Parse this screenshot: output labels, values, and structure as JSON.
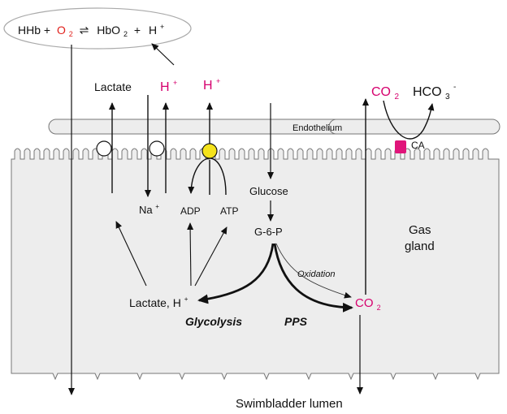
{
  "equation": {
    "hhb": "HHb +",
    "o": "O",
    "o_sub": "2",
    "eq": "⇌",
    "hbo": "HbO",
    "hbo_sub": "2",
    "plus": "+",
    "h": "H",
    "h_sup": "+"
  },
  "top_labels": {
    "lactate": "Lactate",
    "h_plus_1": "H",
    "h_plus_1_sup": "+",
    "h_plus_2": "H",
    "h_plus_2_sup": "+",
    "co2": "CO",
    "co2_sub": "2",
    "hco3": "HCO",
    "hco3_sub": "3",
    "hco3_sup": "-"
  },
  "endothelium_label": "Endothelium",
  "ca_label": "CA",
  "cell_labels": {
    "glucose": "Glucose",
    "na": "Na",
    "na_sup": "+",
    "adp": "ADP",
    "atp": "ATP",
    "g6p": "G-6-P",
    "gas_gland_1": "Gas",
    "gas_gland_2": "gland",
    "oxidation": "Oxidation",
    "lactate_h": "Lactate, H",
    "lactate_h_sup": "+",
    "co2_cell": "CO",
    "co2_cell_sub": "2",
    "glycolysis": "Glycolysis",
    "pps": "PPS"
  },
  "lumen_label": "Swimbladder lumen",
  "colors": {
    "pink": "#d6006e",
    "red": "#e0201b",
    "cell_fill": "#ededed",
    "atpase_yellow": "#f5e31c",
    "ca_magenta": "#e0157a"
  }
}
